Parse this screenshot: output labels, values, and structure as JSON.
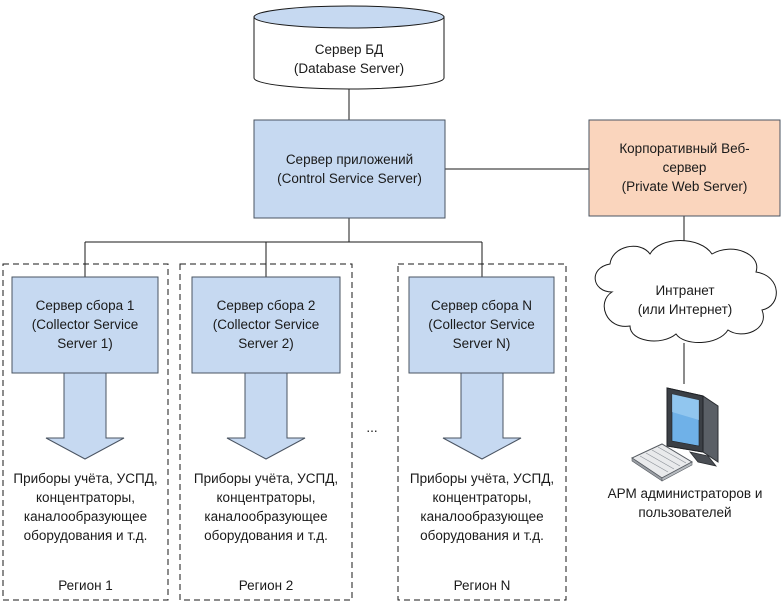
{
  "colors": {
    "box_fill": "#c6d9f1",
    "box_stroke": "#4a5462",
    "web_fill": "#fad5bd",
    "arrow_fill": "#c6d9f1",
    "line": "#1a1a1a",
    "dash": "#1a1a1a"
  },
  "database": {
    "label": "Сервер БД\n(Database Server)"
  },
  "app_server": {
    "label": "Сервер приложений\n(Control Service Server)"
  },
  "web_server": {
    "label": "Корпоративный Веб-\nсервер\n(Private Web Server)"
  },
  "intranet": {
    "label": "Интранет\n(или Интернет)"
  },
  "workstation": {
    "label": "АРМ администраторов и\nпользователей",
    "icon": "computer-monitor-keyboard-icon"
  },
  "ellipsis": "...",
  "regions": [
    {
      "collector": "Сервер сбора 1\n(Collector Service\nServer 1)",
      "devices": "Приборы учёта, УСПД,\nконцентраторы,\nканалообразующее\nоборудования и т.д.",
      "region": "Регион 1"
    },
    {
      "collector": "Сервер сбора 2\n(Collector Service\nServer 2)",
      "devices": "Приборы учёта, УСПД,\nконцентраторы,\nканалообразующее\nоборудования и т.д.",
      "region": "Регион 2"
    },
    {
      "collector": "Сервер сбора N\n(Collector Service\nServer N)",
      "devices": "Приборы учёта, УСПД,\nконцентраторы,\nканалообразующее\nоборудования и т.д.",
      "region": "Регион N"
    }
  ]
}
